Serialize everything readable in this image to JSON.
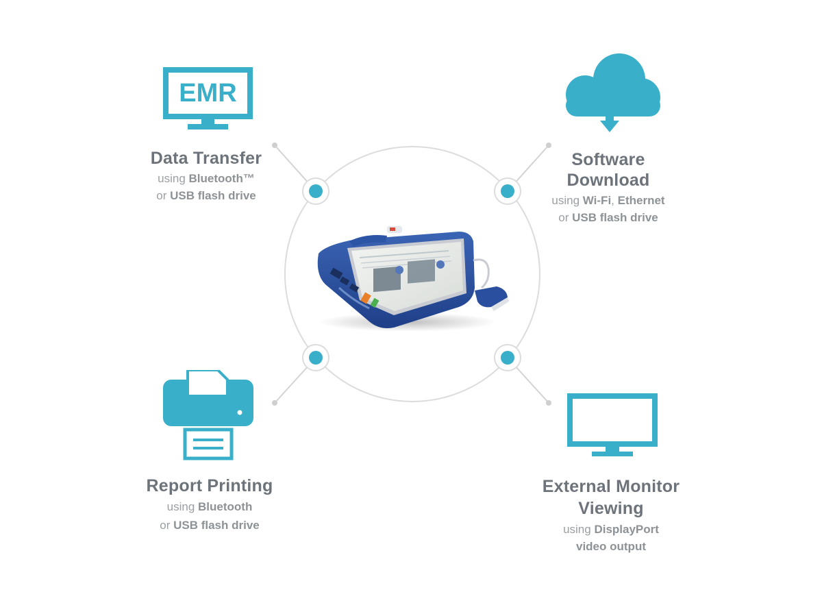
{
  "colors": {
    "accent": "#3aafc9",
    "ring": "#dcdcdc",
    "connector": "#d3d3d3",
    "title": "#6d737a",
    "desc": "#9a9fa4"
  },
  "features": {
    "data_transfer": {
      "title": "Data Transfer",
      "desc1_pre": "using ",
      "desc1_bold": "Bluetooth™",
      "desc2_pre": "or ",
      "desc2_bold": "USB flash drive",
      "icon": "emr-monitor-icon",
      "icon_text": "EMR"
    },
    "software_download": {
      "title1": "Software",
      "title2": "Download",
      "desc1_pre": "using ",
      "desc1_bold_a": "Wi-Fi",
      "desc1_sep": ", ",
      "desc1_bold_b": "Ethernet",
      "desc2_pre": "or ",
      "desc2_bold": "USB flash drive",
      "icon": "cloud-download-icon"
    },
    "report_printing": {
      "title": "Report Printing",
      "desc1_pre": "using ",
      "desc1_bold": "Bluetooth",
      "desc2_pre": "or ",
      "desc2_bold": "USB flash drive",
      "icon": "printer-icon"
    },
    "external_monitor": {
      "title1": "External Monitor",
      "title2": "Viewing",
      "desc1_pre": "using ",
      "desc1_bold": "DisplayPort",
      "desc2_bold": "video output",
      "icon": "monitor-icon"
    }
  }
}
